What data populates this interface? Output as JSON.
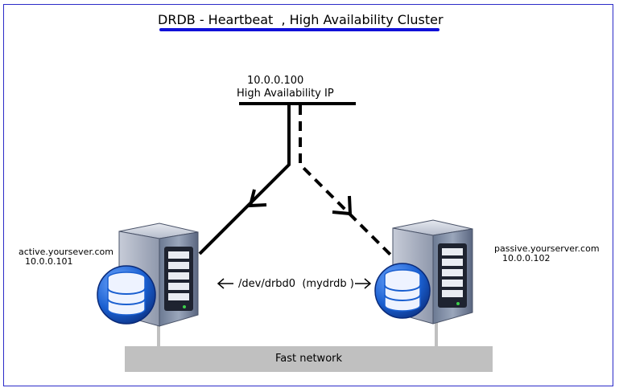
{
  "title": "DRDB - Heartbeat  , High Availability Cluster",
  "vip": {
    "address": "10.0.0.100",
    "label": "High Availability IP"
  },
  "active_node": {
    "hostname": "active.yoursever.com",
    "ip": "10.0.0.101"
  },
  "passive_node": {
    "hostname": "passive.yourserver.com",
    "ip": "10.0.0.102"
  },
  "replication": {
    "label": "/dev/drbd0  (mydrdb )"
  },
  "network": {
    "label": "Fast network"
  },
  "colors": {
    "frame": "#2b2bc8",
    "title_underline": "#1010d8",
    "network_bar": "#c0c0c0",
    "disk_blue": "#1a5fd0"
  }
}
